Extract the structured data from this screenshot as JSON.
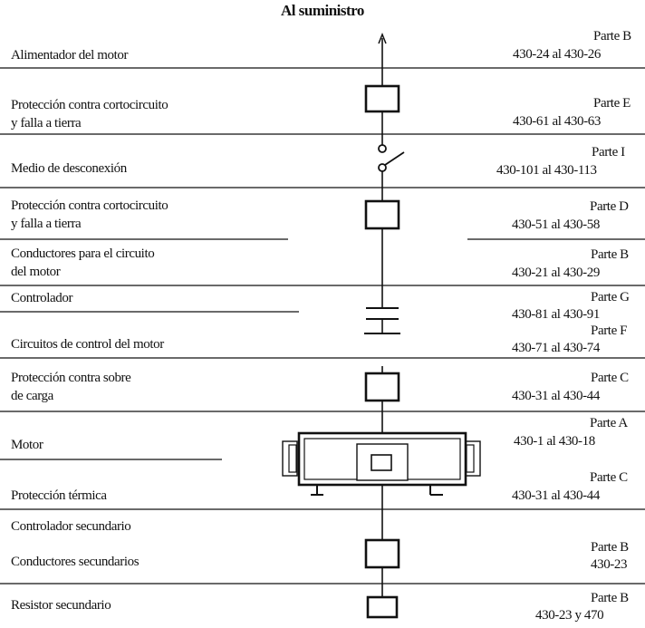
{
  "title": "Al suministro",
  "left_labels": {
    "alimentador": "Alimentador del motor",
    "proteccion_cc_1_line1": "Protección contra cortocircuito",
    "proteccion_cc_1_line2": "y falla a tierra",
    "medio_desconexion": "Medio de desconexión",
    "proteccion_cc_2_line1": "Protección contra cortocircuito",
    "proteccion_cc_2_line2": "y falla a tierra",
    "conductores_line1": "Conductores para el circuito",
    "conductores_line2": "del motor",
    "controlador": "Controlador",
    "circuitos_control": "Circuitos de control del motor",
    "proteccion_sobrecarga_line1": "Protección contra sobre",
    "proteccion_sobrecarga_line2": "de carga",
    "motor": "Motor",
    "proteccion_termica": "Protección térmica",
    "controlador_secundario": "Controlador secundario",
    "conductores_secundarios": "Conductores secundarios",
    "resistor_secundario": "Resistor secundario"
  },
  "right_refs": {
    "r1_parte": "Parte B",
    "r1_range": "430-24 al 430-26",
    "r2_parte": "Parte E",
    "r2_range": "430-61 al 430-63",
    "r3_parte": "Parte I",
    "r3_range": "430-101 al 430-113",
    "r4_parte": "Parte D",
    "r4_range": "430-51 al 430-58",
    "r5_parte": "Parte B",
    "r5_range": "430-21 al 430-29",
    "r6_parte": "Parte G",
    "r6_range": "430-81 al 430-91",
    "r7_parte": "Parte F",
    "r7_range": "430-71 al 430-74",
    "r8_parte": "Parte C",
    "r8_range": "430-31 al 430-44",
    "r9_parte": "Parte A",
    "r9_range": "430-1 al 430-18",
    "r10_parte": "Parte C",
    "r10_range": "430-31 al 430-44",
    "r11_parte": "Parte B",
    "r11_range": "430-23",
    "r12_parte": "Parte B",
    "r12_range": "430-23 y 470"
  }
}
